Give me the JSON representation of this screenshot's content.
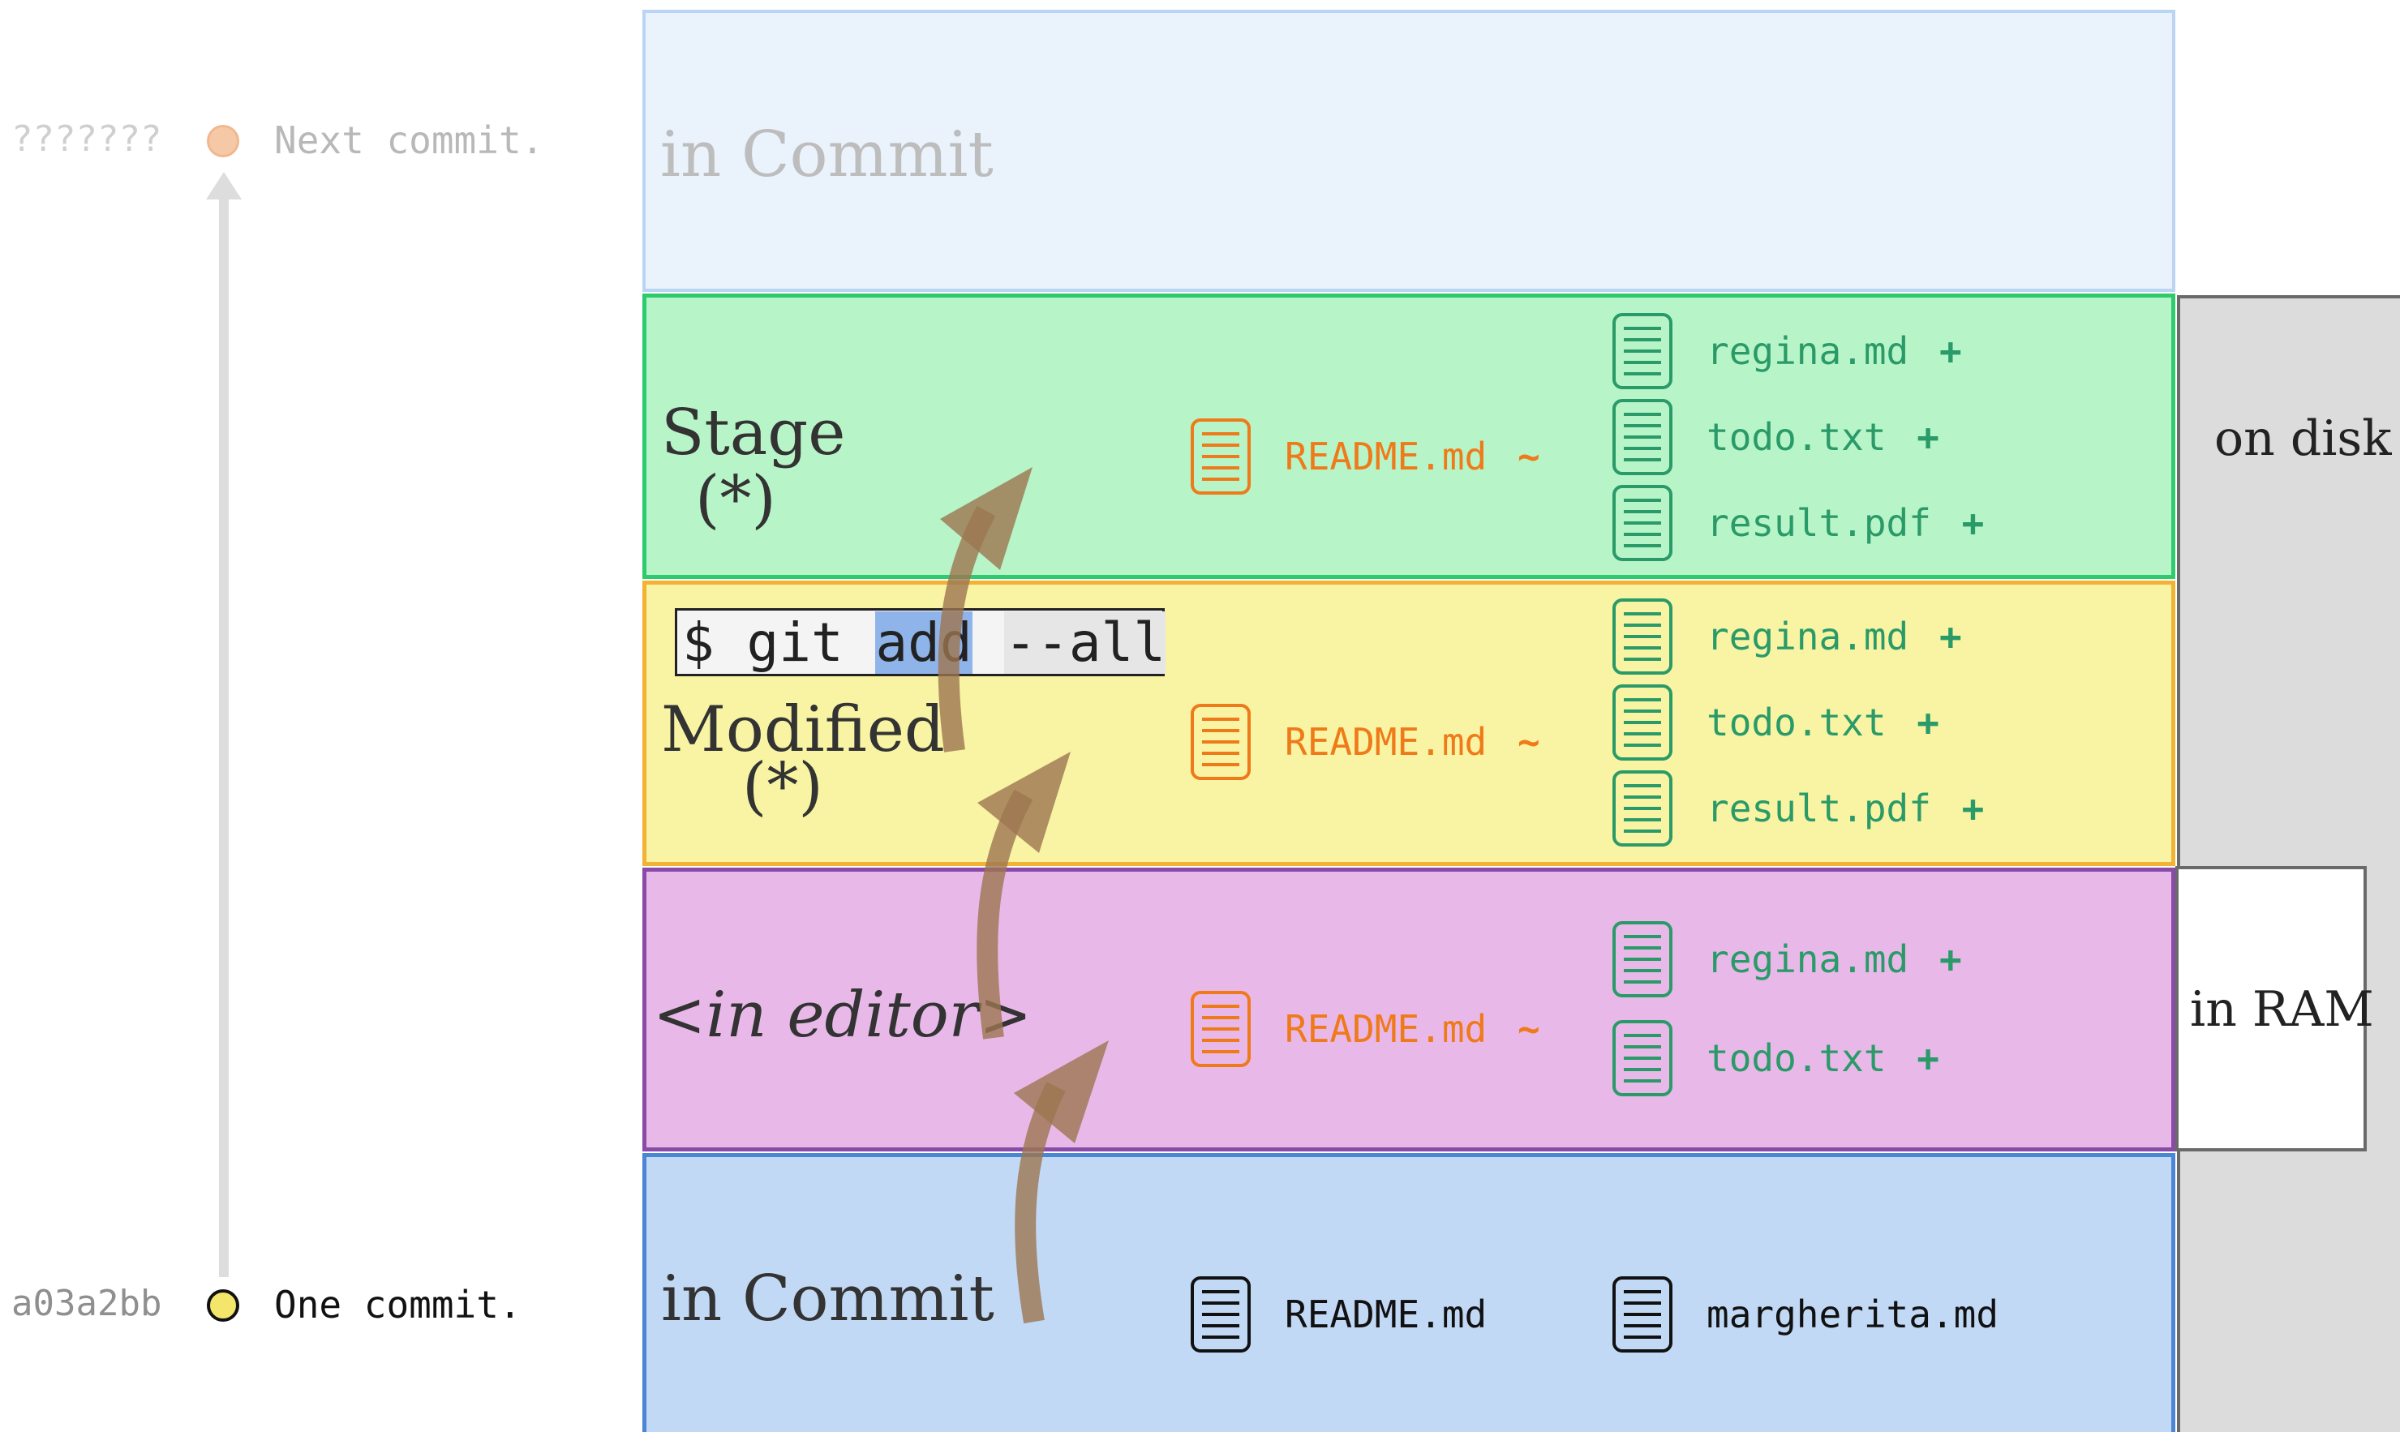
{
  "history": {
    "next": {
      "hash": "???????",
      "message": "Next commit.",
      "dot_color": "#f6c9a6"
    },
    "current": {
      "hash": "a03a2bb",
      "message": "One commit.",
      "dot_color": "#f3e66a"
    }
  },
  "bands": {
    "future_commit": {
      "title": "in Commit",
      "bg": "#eaf2fc",
      "border": "#b9d5f3"
    },
    "stage": {
      "title": "Stage",
      "subtitle": "(*)",
      "bg": "#b7f4c7",
      "border": "#2ecb6e"
    },
    "modified": {
      "title": "Modified",
      "subtitle": "(*)",
      "bg": "#f8f4a3",
      "border": "#f2b234"
    },
    "editor": {
      "title": "<in editor>",
      "bg": "#e8b8e8",
      "border": "#8a4aa8"
    },
    "commit": {
      "title": "in Commit",
      "bg": "#c2d9f6",
      "border": "#4a86d4"
    }
  },
  "command": {
    "prompt": "$ git ",
    "highlighted": "add",
    "space": " ",
    "flag": "--all"
  },
  "side_labels": {
    "disk": "on disk",
    "ram": "in RAM"
  },
  "files": {
    "stage": {
      "readme": {
        "name": "README.md",
        "mark": "~"
      },
      "list": [
        {
          "name": "regina.md",
          "mark": "+"
        },
        {
          "name": "todo.txt",
          "mark": "+"
        },
        {
          "name": "result.pdf",
          "mark": "+"
        }
      ]
    },
    "modified": {
      "readme": {
        "name": "README.md",
        "mark": "~"
      },
      "list": [
        {
          "name": "regina.md",
          "mark": "+"
        },
        {
          "name": "todo.txt",
          "mark": "+"
        },
        {
          "name": "result.pdf",
          "mark": "+"
        }
      ]
    },
    "editor": {
      "readme": {
        "name": "README.md",
        "mark": "~"
      },
      "list": [
        {
          "name": "regina.md",
          "mark": "+"
        },
        {
          "name": "todo.txt",
          "mark": "+"
        }
      ]
    },
    "commit": {
      "readme": {
        "name": "README.md"
      },
      "other": {
        "name": "margherita.md"
      }
    }
  },
  "colors": {
    "arrow": "#a07a52",
    "disk_bg": "#dcdcdc",
    "added": "#2a9a68",
    "modified_file": "#ef7a1a"
  }
}
